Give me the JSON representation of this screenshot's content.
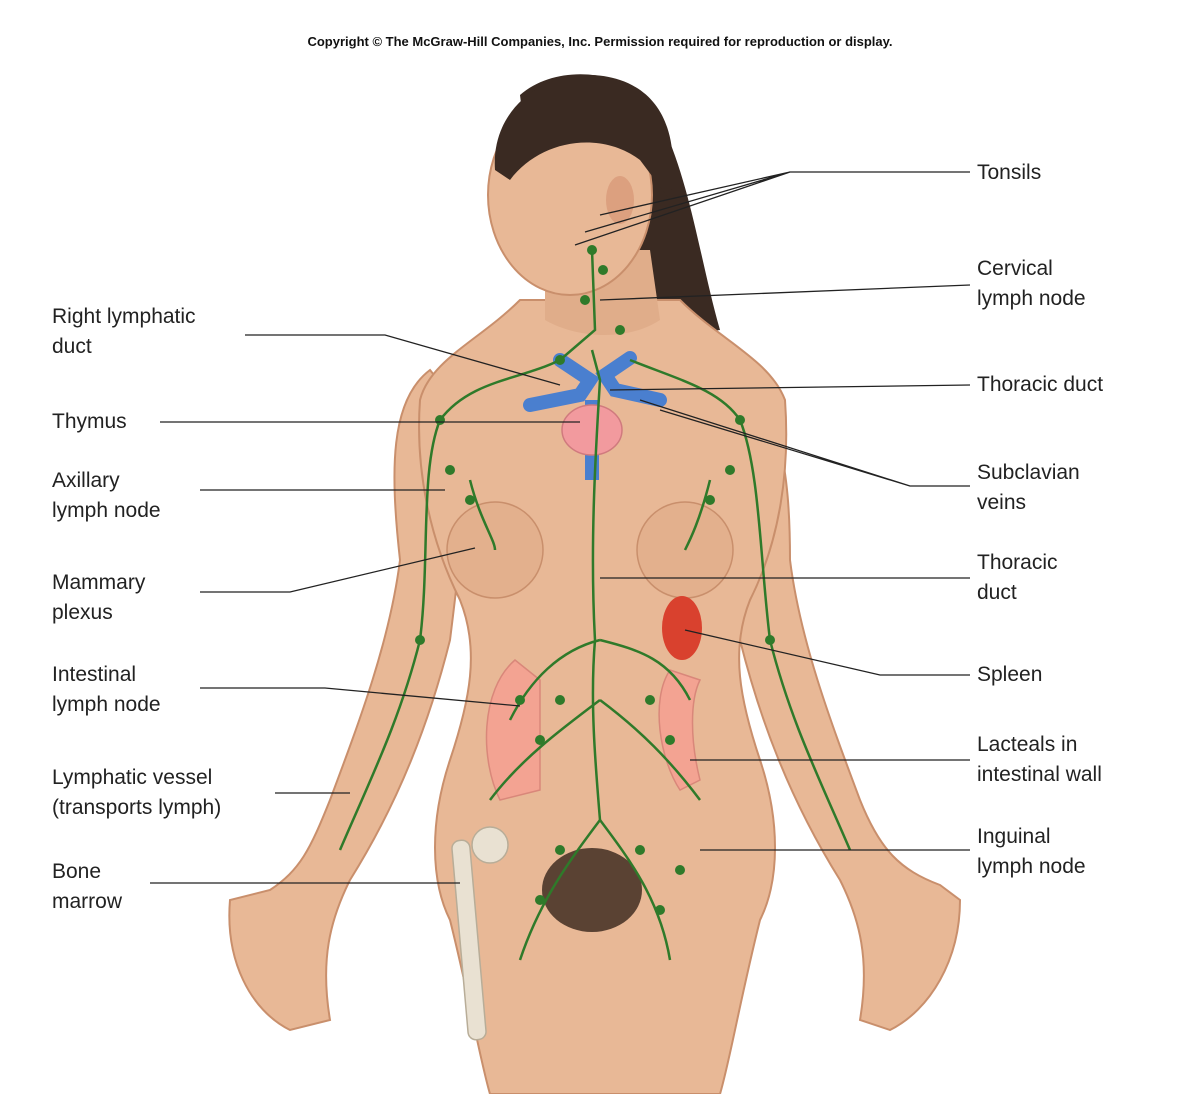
{
  "copyright": "Copyright © The McGraw-Hill Companies, Inc. Permission required for reproduction or display.",
  "labels": {
    "left": [
      {
        "id": "right-lymphatic-duct",
        "lines": [
          "Right lymphatic",
          "duct"
        ]
      },
      {
        "id": "thymus",
        "lines": [
          "Thymus"
        ]
      },
      {
        "id": "axillary-lymph-node",
        "lines": [
          "Axillary",
          "lymph node"
        ]
      },
      {
        "id": "mammary-plexus",
        "lines": [
          "Mammary",
          "plexus"
        ]
      },
      {
        "id": "intestinal-lymph-node",
        "lines": [
          "Intestinal",
          "lymph node"
        ]
      },
      {
        "id": "lymphatic-vessel",
        "lines": [
          "Lymphatic vessel",
          "(transports lymph)"
        ]
      },
      {
        "id": "bone-marrow",
        "lines": [
          "Bone",
          "marrow"
        ]
      }
    ],
    "right": [
      {
        "id": "tonsils",
        "lines": [
          "Tonsils"
        ]
      },
      {
        "id": "cervical-lymph-node",
        "lines": [
          "Cervical",
          "lymph node"
        ]
      },
      {
        "id": "thoracic-duct-upper",
        "lines": [
          "Thoracic duct"
        ]
      },
      {
        "id": "subclavian-veins",
        "lines": [
          "Subclavian",
          "veins"
        ]
      },
      {
        "id": "thoracic-duct-lower",
        "lines": [
          "Thoracic",
          "duct"
        ]
      },
      {
        "id": "spleen",
        "lines": [
          "Spleen"
        ]
      },
      {
        "id": "lacteals",
        "lines": [
          "Lacteals in",
          "intestinal wall"
        ]
      },
      {
        "id": "inguinal-lymph-node",
        "lines": [
          "Inguinal",
          "lymph node"
        ]
      }
    ]
  },
  "colors": {
    "skin": "#e8b896",
    "skin_shadow": "#c98f6c",
    "hair": "#3a2a22",
    "lymph": "#2f7a2a",
    "vein": "#4a7fcf",
    "thymus": "#f29a9e",
    "spleen": "#d9412e",
    "intestine": "#f3a392",
    "bone": "#e9e1d2"
  }
}
